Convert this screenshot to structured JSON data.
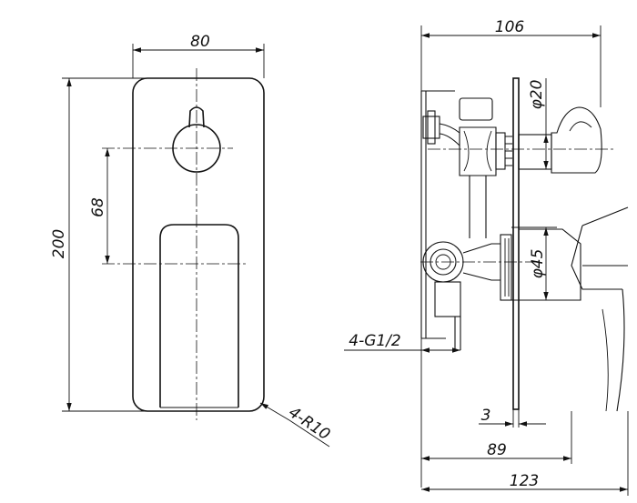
{
  "front_view": {
    "width_label": "80",
    "height_label": "200",
    "spacing_label": "68",
    "radius_label": "4-R10"
  },
  "side_view": {
    "depth_top_label": "106",
    "handle_dia_label": "φ20",
    "body_dia_label": "φ45",
    "thread_label": "4-G1/2",
    "plate_label": "3",
    "depth_89_label": "89",
    "depth_123_label": "123"
  }
}
